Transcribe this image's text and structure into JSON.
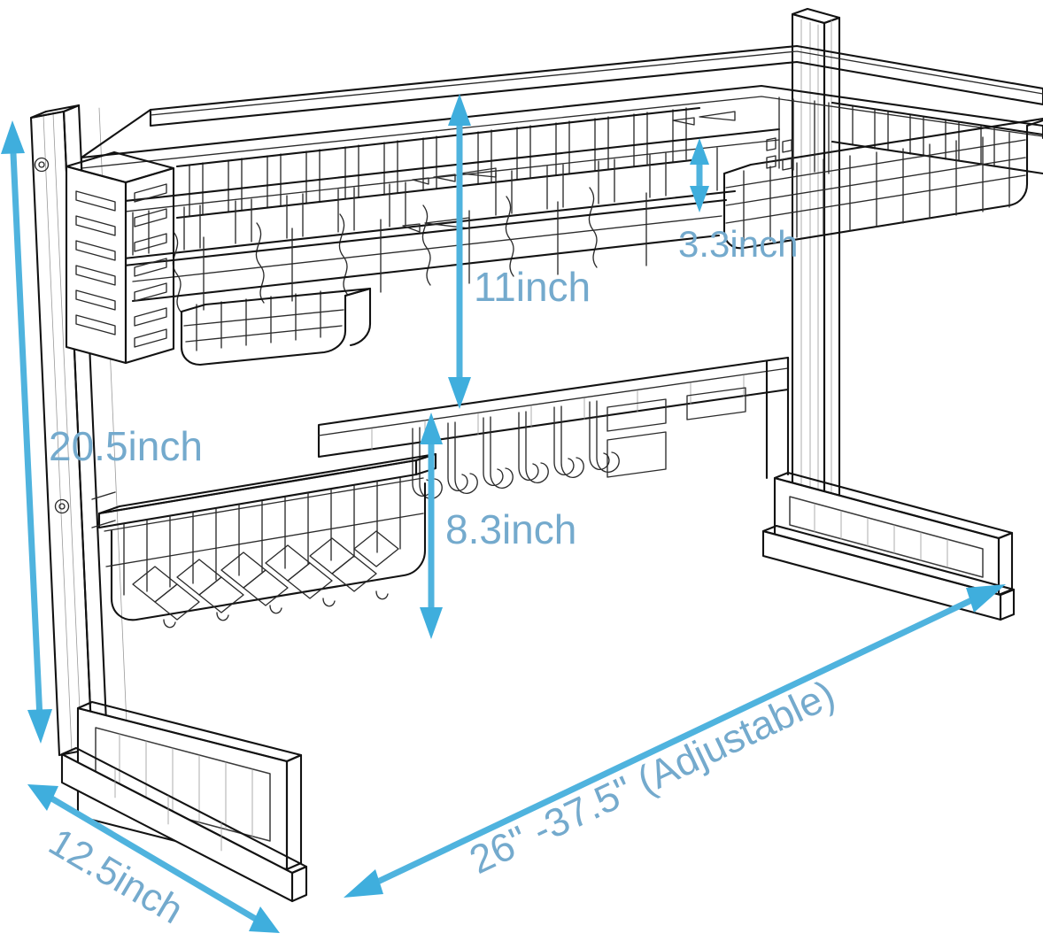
{
  "diagram": {
    "title": "Over-the-sink dish drying rack dimension diagram",
    "product_type": "2-tier over sink dish drying rack",
    "view": "isometric line drawing",
    "background_color": "#ffffff",
    "lineart_color": "#121212",
    "annotation_arrow_color": "#4FB3DE",
    "annotation_text_color": "#74AACD"
  },
  "annotations": [
    {
      "id": "overall-height",
      "label": "20.5inch",
      "value": 20.5,
      "unit": "inch",
      "axis": "vertical",
      "arrow_style": "double-headed",
      "describes": "total rack height"
    },
    {
      "id": "upper-clearance",
      "label": "11inch",
      "value": 11,
      "unit": "inch",
      "axis": "vertical",
      "arrow_style": "double-headed",
      "describes": "clearance under top shelf"
    },
    {
      "id": "side-basket-height",
      "label": "3.3inch",
      "value": 3.3,
      "unit": "inch",
      "axis": "vertical",
      "arrow_style": "double-headed",
      "describes": "side wire basket depth"
    },
    {
      "id": "lower-clearance",
      "label": "8.3inch",
      "value": 8.3,
      "unit": "inch",
      "axis": "vertical",
      "arrow_style": "double-headed",
      "describes": "clearance under hook rail"
    },
    {
      "id": "depth",
      "label": "12.5inch",
      "value": 12.5,
      "unit": "inch",
      "axis": "depth",
      "arrow_style": "double-headed",
      "describes": "base foot depth"
    },
    {
      "id": "width-adjustable",
      "label": "26\"  -37.5\"  (Adjustable)",
      "value_min": 26,
      "value_max": 37.5,
      "unit": "inch",
      "axis": "width",
      "arrow_style": "double-headed",
      "describes": "adjustable span between legs"
    }
  ],
  "components": {
    "left_leg": "left vertical post with adjustment screws",
    "right_leg": "right vertical post",
    "left_foot": "left base foot with rectangular cutout panel",
    "right_foot": "right base foot with rectangular cutout panel",
    "top_shelf": "upper plate rack with vertical dividers",
    "middle_shelf": "second tier wire plate holder",
    "side_basket": "right-side hanging wire basket",
    "utensil_holder": "left-side slotted utensil caddy",
    "lower_basket": "lower wire mesh storage basket",
    "hook_rail": "crossbar with 6 hanging hooks",
    "hook_count": 6
  }
}
